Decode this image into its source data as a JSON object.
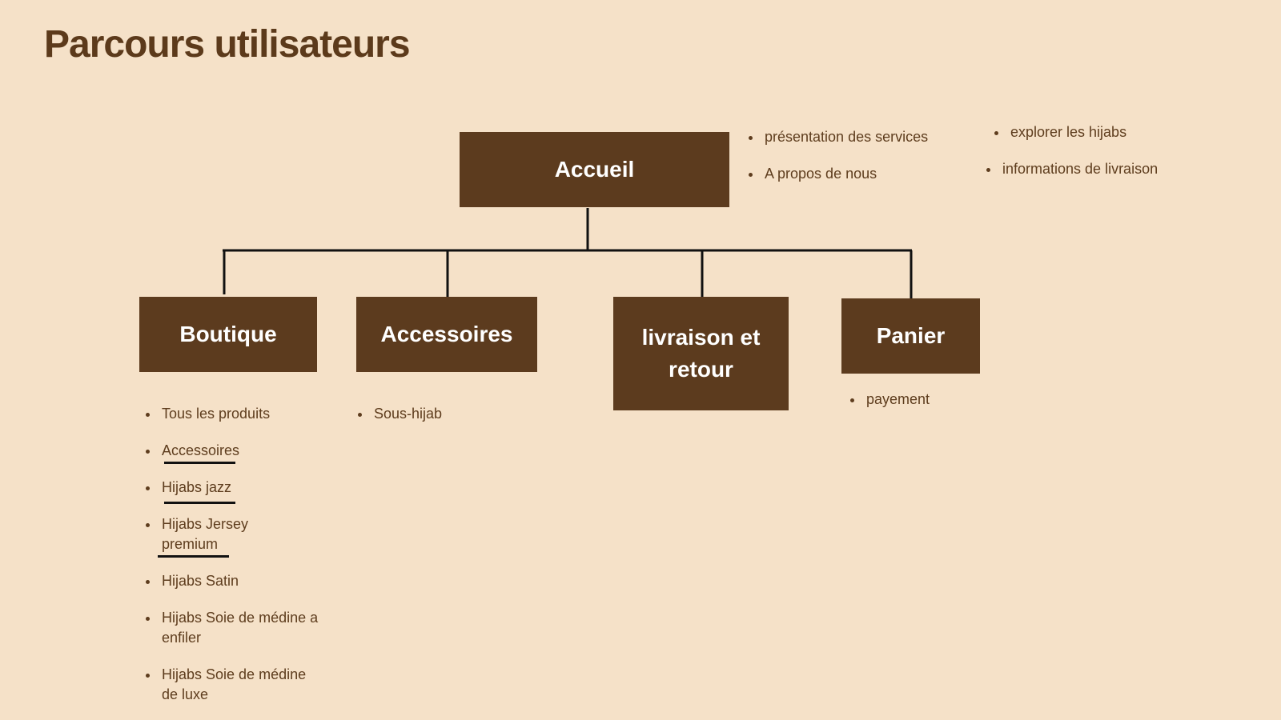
{
  "title": "Parcours utilisateurs",
  "colors": {
    "background": "#f5e1c8",
    "node": "#5c3b1e",
    "node_text": "#ffffff",
    "text": "#5e3d1e",
    "connector": "#111111"
  },
  "root": {
    "label": "Accueil",
    "notes_left": [
      "présentation des services",
      "A propos de nous"
    ],
    "notes_right": [
      "explorer les hijabs",
      "informations de livraison"
    ]
  },
  "children": [
    {
      "label": "Boutique",
      "items": [
        "Tous les produits",
        "Accessoires",
        "Hijabs jazz",
        "Hijabs Jersey premium",
        "Hijabs Satin",
        "Hijabs Soie de médine a enfiler",
        "Hijabs Soie de médine de luxe"
      ]
    },
    {
      "label": "Accessoires",
      "items": [
        "Sous-hijab"
      ]
    },
    {
      "label": "livraison et retour",
      "items": []
    },
    {
      "label": "Panier",
      "items": [
        "payement"
      ]
    }
  ]
}
